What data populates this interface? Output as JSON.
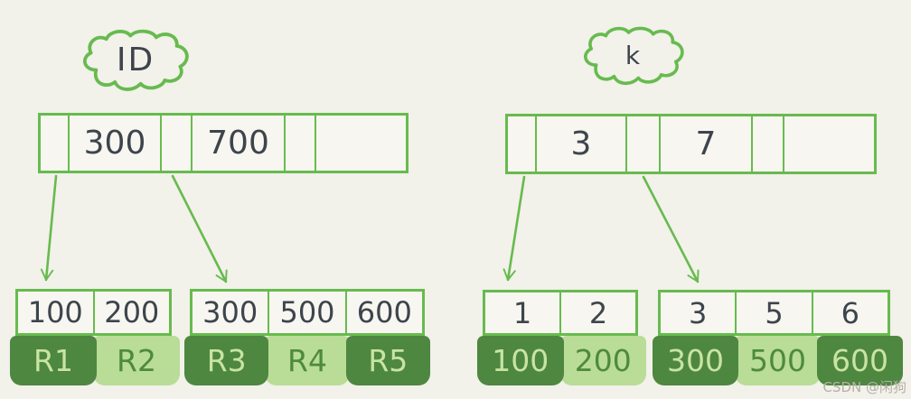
{
  "palette": {
    "background": "#f2f1ea",
    "node_fill": "#f7f6f0",
    "stroke_green": "#67bb4e",
    "text_dark": "#3d444c",
    "cell_dark_green": "#4e8740",
    "cell_light_green": "#b9dc96",
    "text_on_dark": "#c9e4a2",
    "text_on_light": "#4e8a3c",
    "watermark_gray": "#b5b0a7"
  },
  "watermark": {
    "text": "CSDN @闲狗"
  },
  "left_tree": {
    "label": "ID",
    "root_keys": [
      "300",
      "700"
    ],
    "leaves": [
      {
        "keys": [
          "100",
          "200"
        ],
        "values": [
          "R1",
          "R2"
        ]
      },
      {
        "keys": [
          "300",
          "500",
          "600"
        ],
        "values": [
          "R3",
          "R4",
          "R5"
        ]
      }
    ]
  },
  "right_tree": {
    "label": "k",
    "root_keys": [
      "3",
      "7"
    ],
    "leaves": [
      {
        "keys": [
          "1",
          "2"
        ],
        "values": [
          "100",
          "200"
        ]
      },
      {
        "keys": [
          "3",
          "5",
          "6"
        ],
        "values": [
          "300",
          "500",
          "600"
        ]
      }
    ]
  }
}
